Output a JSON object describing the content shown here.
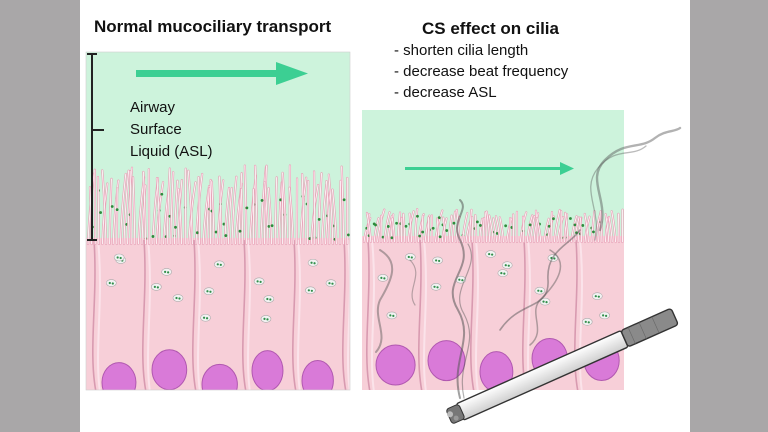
{
  "left_panel": {
    "title": "Normal mucociliary transport",
    "asl_lines": [
      "Airway",
      "Surface",
      "Liquid (ASL)"
    ]
  },
  "right_panel": {
    "title": "CS effect on cilia",
    "effects": [
      "- shorten cilia length",
      "- decrease beat frequency",
      "- decrease ASL"
    ]
  },
  "colors": {
    "background": "#a9a7a8",
    "asl_liquid": "#cdf3dc",
    "flow_arrow": "#3ccf93",
    "cell_pink": "#f6c9d3",
    "nucleus": "#d97ad8",
    "smoke": "#5a5a5a"
  },
  "icons": {
    "flow_arrow_left": "arrow-right-icon",
    "flow_arrow_right": "arrow-right-icon",
    "cigarette": "cigarette-icon"
  }
}
